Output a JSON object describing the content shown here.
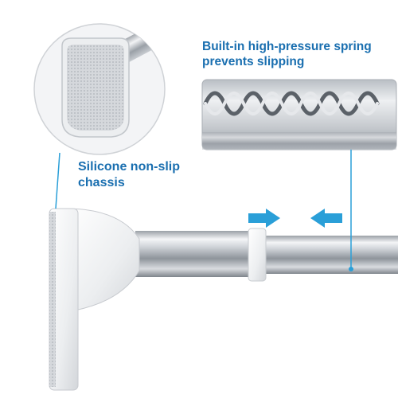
{
  "callouts": {
    "base": {
      "line1": "Silicone non-slip",
      "line2": "chassis"
    },
    "spring": {
      "line1": "Built-in high-pressure spring",
      "line2": "prevents slipping"
    }
  },
  "colors": {
    "accent": "#1a6fb0",
    "arrow": "#2a9fd8",
    "chrome": "#c9ccd1",
    "silicone": "#d7d9db"
  },
  "icons": {
    "compress_left": "arrow-right-icon",
    "compress_right": "arrow-left-icon"
  }
}
